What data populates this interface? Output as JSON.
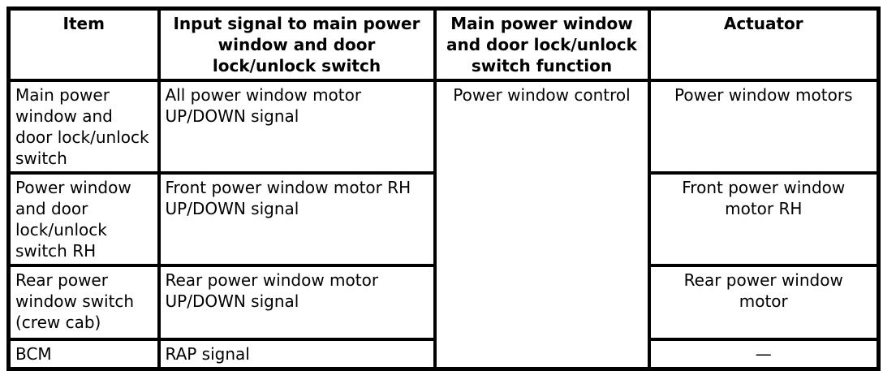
{
  "colors": {
    "background": "#ffffff",
    "border": "#000000",
    "text": "#000000"
  },
  "table": {
    "headers": {
      "item": "Item",
      "input_signal": "Input signal to main power\nwindow and door\nlock/unlock switch",
      "switch_function": "Main power window\nand door lock/unlock\nswitch function",
      "actuator": "Actuator"
    },
    "merged_switch_function_value": "Power window control",
    "rows": [
      {
        "item": "Main power\nwindow and\ndoor lock/unlock\nswitch",
        "input_signal": "All power window motor\nUP/DOWN signal",
        "actuator": "Power window motors"
      },
      {
        "item": "Power window\nand door\nlock/unlock\nswitch RH",
        "input_signal": "Front power window motor RH\nUP/DOWN signal",
        "actuator": "Front power window\nmotor RH"
      },
      {
        "item": "Rear power\nwindow switch\n(crew cab)",
        "input_signal": "Rear power window motor\nUP/DOWN signal",
        "actuator": "Rear power window\nmotor"
      },
      {
        "item": "BCM",
        "input_signal": "RAP signal",
        "actuator": "—"
      }
    ]
  }
}
